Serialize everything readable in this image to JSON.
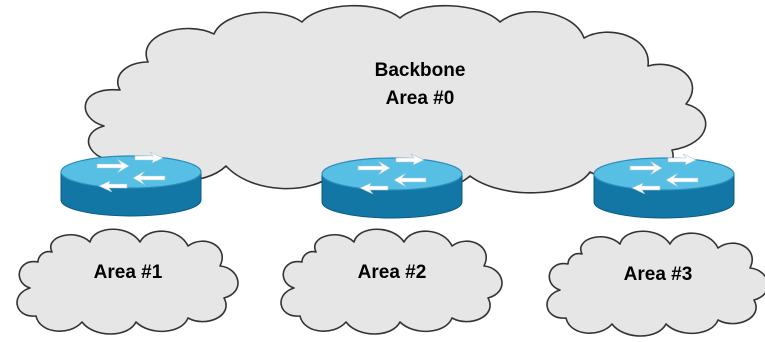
{
  "backbone": {
    "title": "Backbone",
    "subtitle": "Area #0"
  },
  "areas": [
    {
      "label": "Area #1"
    },
    {
      "label": "Area #2"
    },
    {
      "label": "Area #3"
    }
  ],
  "colors": {
    "cloud_fill": "#e6e6e6",
    "cloud_stroke": "#333333",
    "router_top": "#58bfe4",
    "router_side": "#1377a5",
    "label_text": "#000000"
  },
  "icons": {
    "router": "router-icon",
    "cloud": "cloud-shape"
  }
}
